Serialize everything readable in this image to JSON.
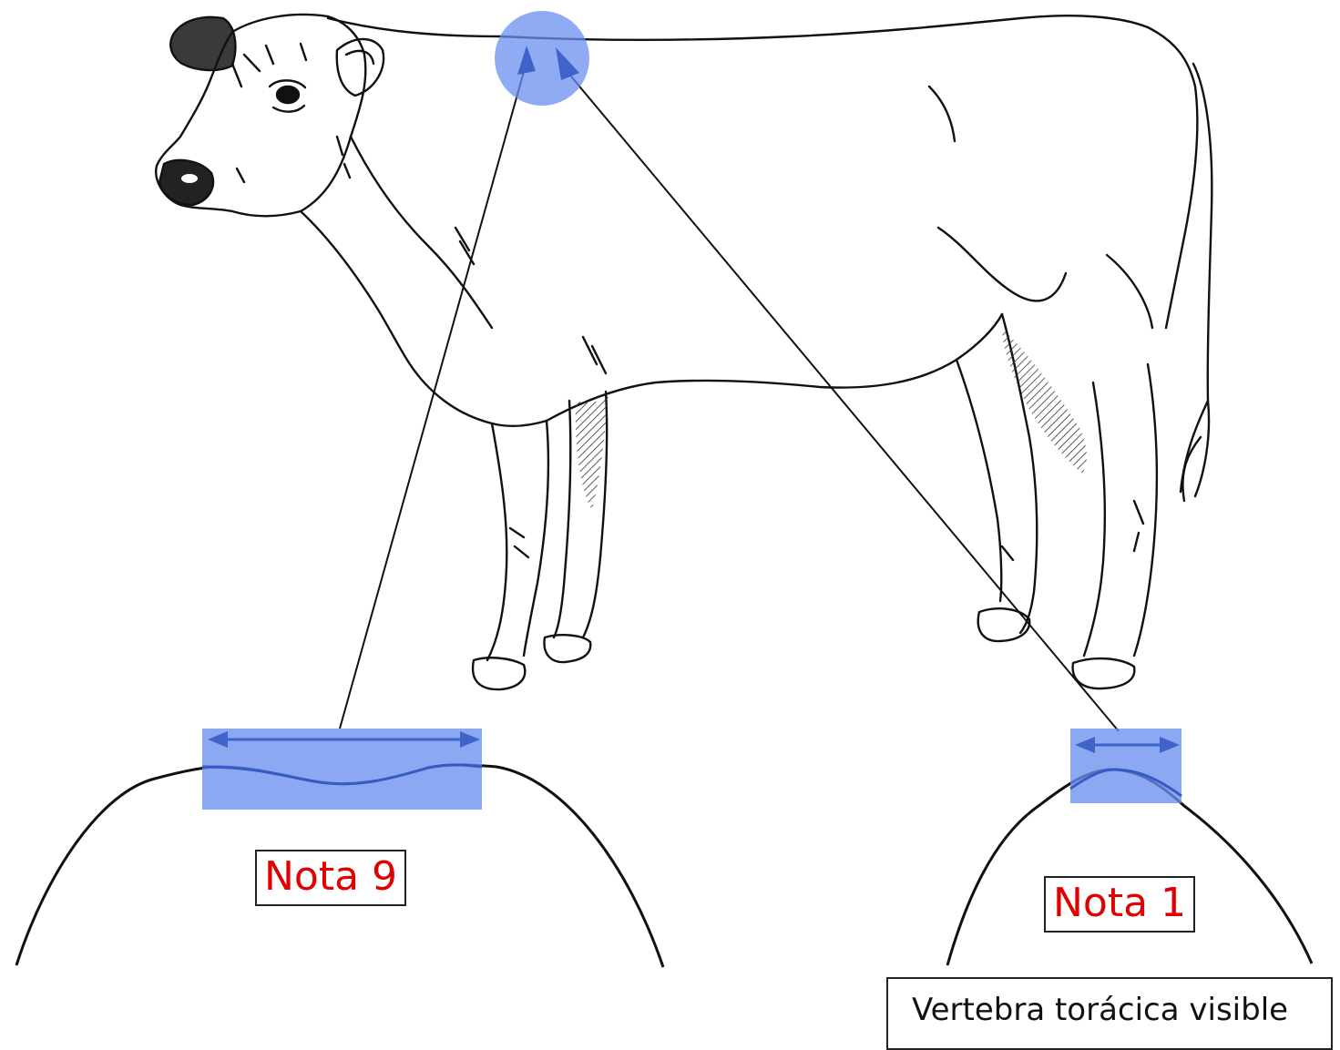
{
  "labels": {
    "note_high": "Nota 9",
    "note_low": "Nota 1",
    "caption": "Vertebra torácica visible"
  },
  "colors": {
    "highlight": "#6a8ff0",
    "label_text": "#e00000",
    "line": "#111111"
  }
}
